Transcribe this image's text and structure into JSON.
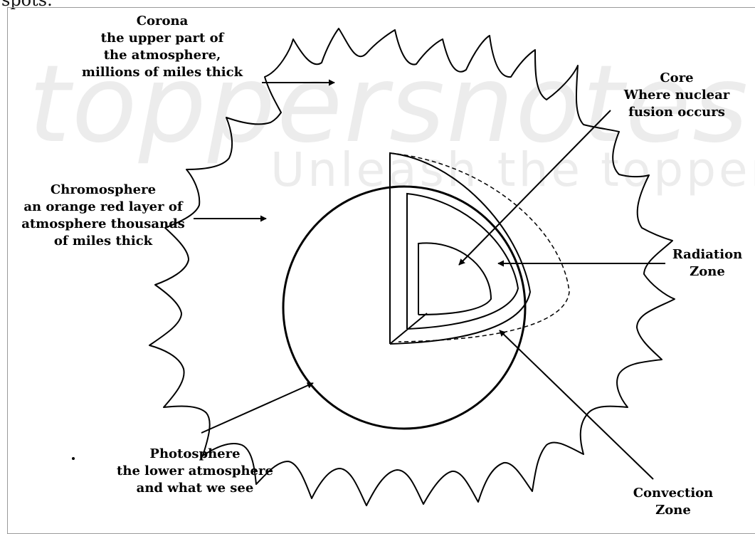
{
  "cut_text": "spots.",
  "watermark": {
    "main": "toppersnotes",
    "sub": "Unleash the topper in you"
  },
  "labels": {
    "corona": [
      "Corona",
      "the upper part of",
      "the atmosphere,",
      "millions of miles thick"
    ],
    "core": [
      "Core",
      "Where nuclear",
      "fusion occurs"
    ],
    "chromosphere": [
      "Chromosphere",
      "an orange red layer of",
      "atmosphere thousands",
      "of miles thick"
    ],
    "radiation_zone": [
      "Radiation",
      "Zone"
    ],
    "photosphere": [
      "Photosphere",
      "the lower atmosphere",
      "and what we see"
    ],
    "convection_zone": [
      "Convection",
      "Zone"
    ]
  }
}
